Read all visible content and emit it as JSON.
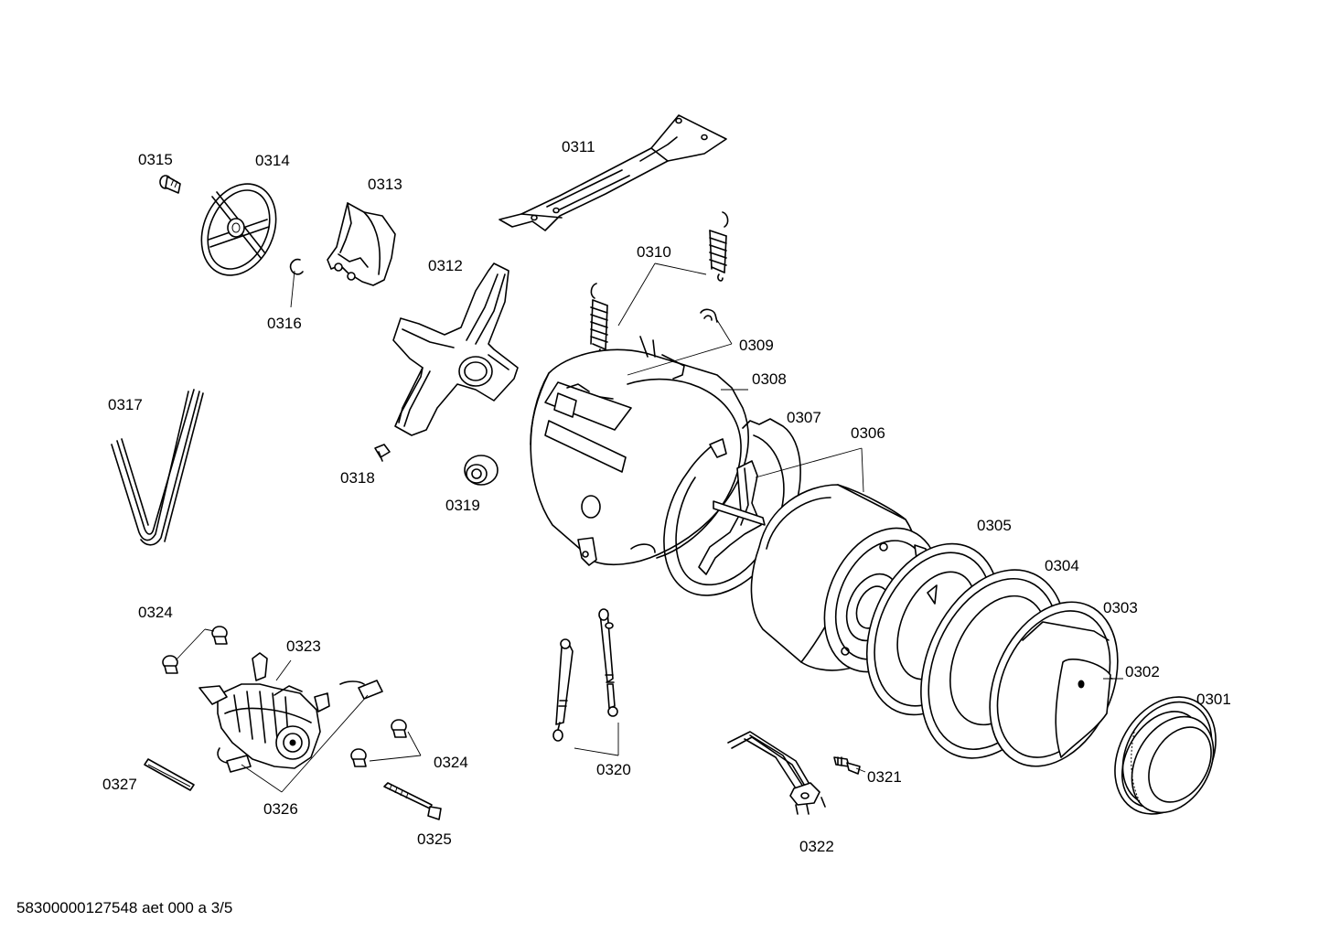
{
  "diagram": {
    "labels": {
      "p0301": "0301",
      "p0302": "0302",
      "p0303": "0303",
      "p0304": "0304",
      "p0305": "0305",
      "p0306": "0306",
      "p0307": "0307",
      "p0308": "0308",
      "p0309": "0309",
      "p0310": "0310",
      "p0311": "0311",
      "p0312": "0312",
      "p0313": "0313",
      "p0314": "0314",
      "p0315": "0315",
      "p0316": "0316",
      "p0317": "0317",
      "p0318": "0318",
      "p0319": "0319",
      "p0320": "0320",
      "p0321": "0321",
      "p0322": "0322",
      "p0323": "0323",
      "p0324a": "0324",
      "p0324b": "0324",
      "p0325": "0325",
      "p0326": "0326",
      "p0327": "0327"
    },
    "footer": "58300000127548 aet 000 a 3/5"
  }
}
